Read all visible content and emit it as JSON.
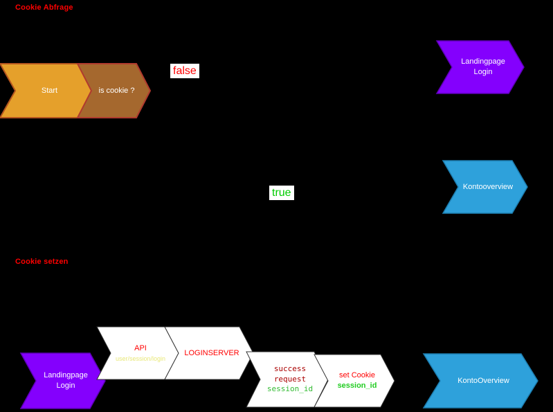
{
  "canvas": {
    "background": "#000000"
  },
  "sections": {
    "query_label": "Cookie Abfrage",
    "set_label": "Cookie setzen"
  },
  "edge_labels": {
    "false_label": {
      "text": "false",
      "color": "#ff0000"
    },
    "true_label": {
      "text": "true",
      "color": "#00cc00"
    }
  },
  "nodes": {
    "start": {
      "label": "Start",
      "fill": "#e5a02b",
      "stroke": "#b3541e"
    },
    "is_cookie": {
      "label": "is cookie ?",
      "fill": "#a5682e",
      "stroke": "#b03a2e"
    },
    "landingpage_login_top": {
      "line1": "Landingpage",
      "line2": "Login",
      "fill": "#8400fd",
      "stroke": "#5e00b8"
    },
    "kontooverview_top": {
      "label": "Kontooverview",
      "fill": "#2ea1db",
      "stroke": "#1c7cae"
    },
    "landingpage_login_bottom": {
      "line1": "Landingpage",
      "line2": "Login",
      "fill": "#8400fd",
      "stroke": "#5e00b8"
    },
    "api": {
      "label": "API",
      "sublabel": "user/session/login",
      "fill": "#ffffff",
      "stroke": "#333333"
    },
    "loginserver": {
      "label": "LOGINSERVER",
      "fill": "#ffffff",
      "stroke": "#333333"
    },
    "response": {
      "line1": "success",
      "line2": "request",
      "line3": "session_id",
      "fill": "#ffffff",
      "stroke": "#333333"
    },
    "set_cookie": {
      "label": "set Cookie",
      "sublabel": "session_id",
      "fill": "#ffffff",
      "stroke": "#333333"
    },
    "kontooverview_bottom": {
      "label": "KontoOverview",
      "fill": "#2ea1db",
      "stroke": "#1c7cae"
    }
  }
}
